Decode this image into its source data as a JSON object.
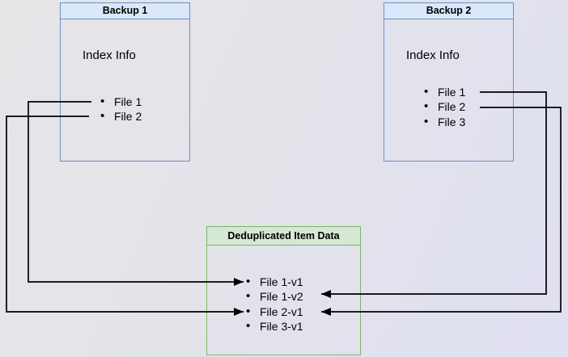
{
  "diagram": {
    "background_start": "#e6e5e8",
    "background_end": "#dfe0f1",
    "line_color": "#000000"
  },
  "boxes": {
    "backup1": {
      "title": "Backup 1",
      "subtitle": "Index Info",
      "items": [
        "File 1",
        "File 2"
      ],
      "border_color": "#6c8ebf",
      "header_fill": "#dae8fc"
    },
    "backup2": {
      "title": "Backup 2",
      "subtitle": "Index Info",
      "items": [
        "File 1",
        "File 2",
        "File 3"
      ],
      "border_color": "#6c8ebf",
      "header_fill": "#dae8fc"
    },
    "dedup": {
      "title": "Deduplicated Item Data",
      "items": [
        "File 1-v1",
        "File 1-v2",
        "File 2-v1",
        "File 3-v1"
      ],
      "border_color": "#82b366",
      "header_fill": "#d5e8d4"
    }
  },
  "edges": [
    {
      "from": "Backup 1 / File 1",
      "to": "File 1-v1"
    },
    {
      "from": "Backup 1 / File 2",
      "to": "File 2-v1"
    },
    {
      "from": "Backup 2 / File 1",
      "to": "File 1-v2"
    },
    {
      "from": "Backup 2 / File 2",
      "to": "File 2-v1"
    }
  ]
}
